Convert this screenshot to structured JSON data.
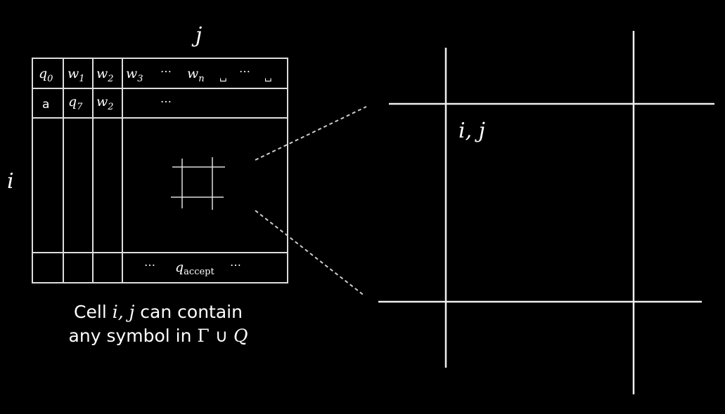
{
  "labels": {
    "column_index": "j",
    "row_index": "i",
    "zoom_cell": "i, j"
  },
  "tableau": {
    "row1": {
      "c1": "q",
      "c1_sub": "0",
      "c2": "w",
      "c2_sub": "1",
      "c3": "w",
      "c3_sub": "2",
      "c4a": "w",
      "c4a_sub": "3",
      "c4b": "⋯",
      "c4c": "w",
      "c4c_sub": "n",
      "c4d": "␣",
      "c4e": "⋯",
      "c4f": "␣"
    },
    "row2": {
      "c1": "a",
      "c2": "q",
      "c2_sub": "7",
      "c3": "w",
      "c3_sub": "2",
      "c4": "⋯"
    },
    "last_row": {
      "left_dots": "⋯",
      "state": "q",
      "state_sub": "accept",
      "right_dots": "⋯"
    }
  },
  "caption": {
    "line1_pre": "Cell ",
    "line1_math": "i, j",
    "line1_post": " can contain",
    "line2_pre": "any symbol in ",
    "line2_gamma": "Γ",
    "line2_union": " ∪ ",
    "line2_q": "Q"
  }
}
